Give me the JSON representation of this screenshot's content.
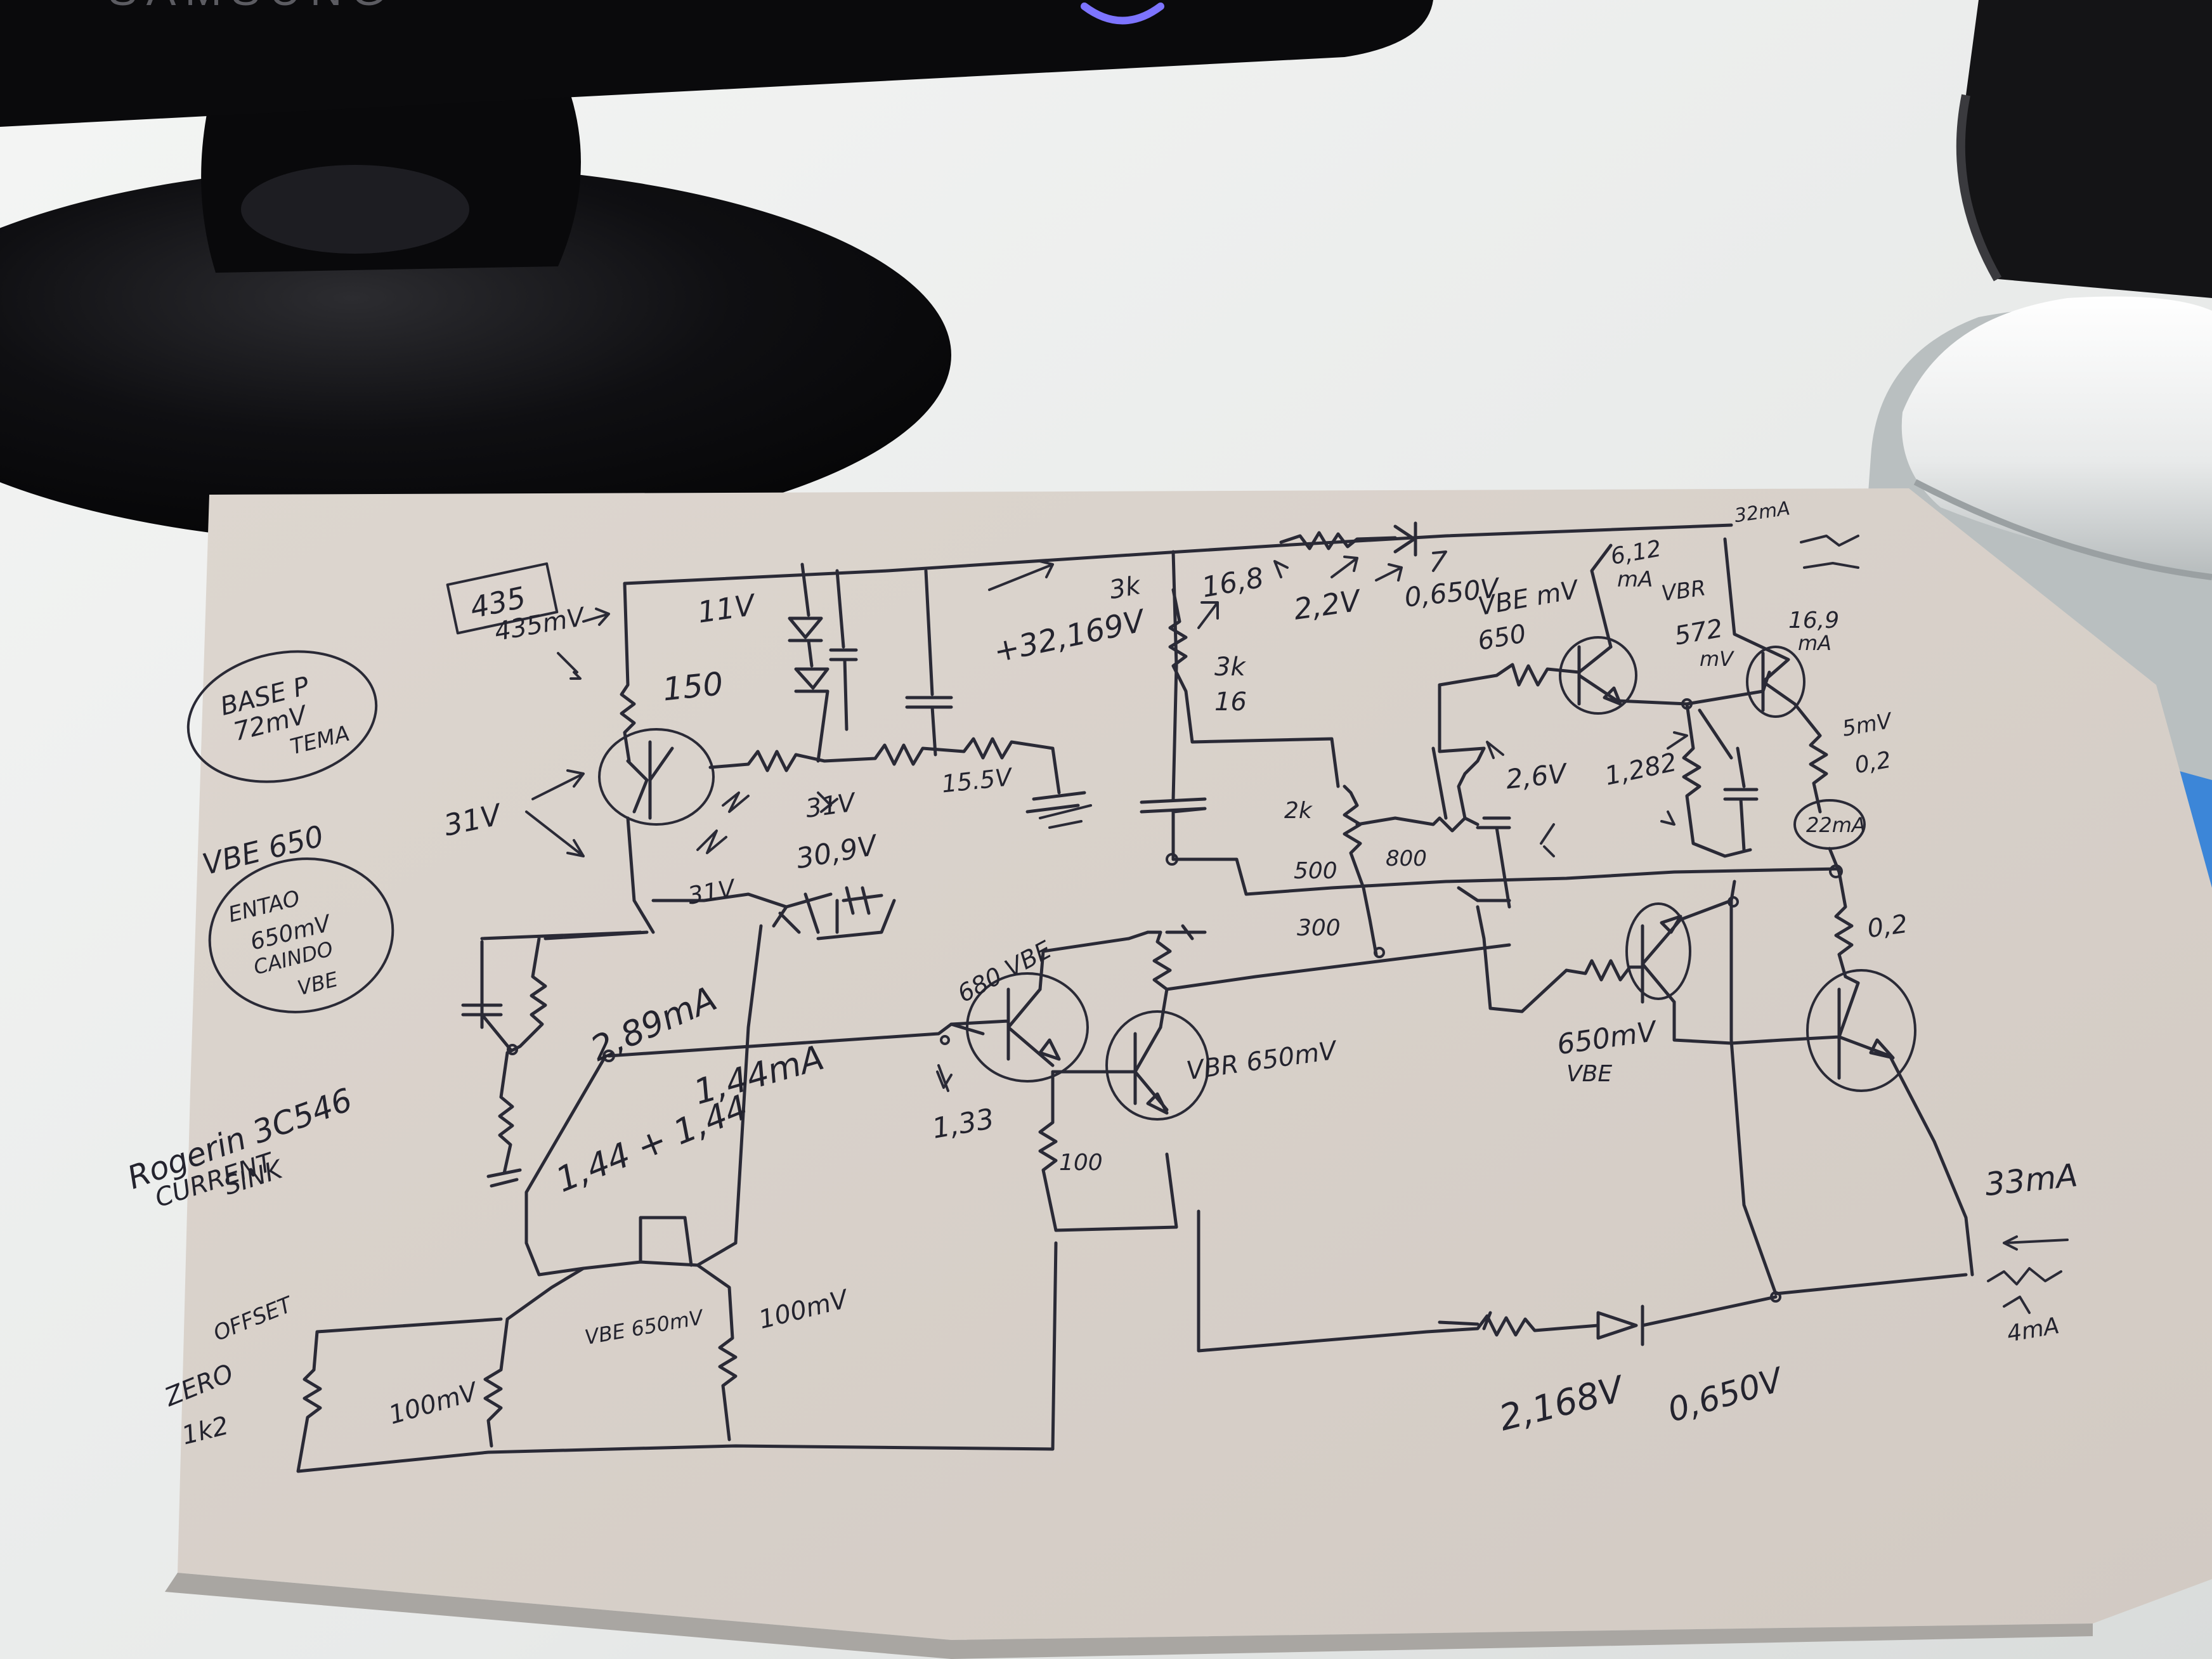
{
  "photo": {
    "brand_text": "SAMSUNG",
    "colors": {
      "desk": "#eceeed",
      "paper": "#d9d1ca",
      "ink": "#23232e",
      "monitor": "#0b0b0d",
      "power_led": "#7d74ff",
      "tape": "#3c86d8",
      "mouse": "#e4e6e6"
    }
  },
  "sketch": {
    "box_label": "435",
    "voltage_435mv": "435mV",
    "bias_circle": [
      "BASE P",
      "72mV",
      "TEMA"
    ],
    "vbe_650": "VBE 650",
    "center_circle": [
      "ENTAO",
      "650mV",
      "CAINDO",
      "VBE"
    ],
    "title_line1": "Rogerin 3C546",
    "title_line2": "CURRENT",
    "title_line3": "SINK",
    "offset_line1": "OFFSET",
    "offset_line2": "ZERO",
    "offset_line3": "1k2",
    "v31_left": "31V",
    "v11": "11V",
    "r150": "150",
    "v31_mid": "31V",
    "v30_9": "30,9V",
    "v15_5": "15.5V",
    "v3_1": "31V",
    "i2_89": "2,89mA",
    "i1_44": "1,44mA",
    "i_sum": "1,44 + 1,44",
    "vbe680": "680 VBE",
    "v1_33": "1,33",
    "r100_mid": "100",
    "vbr650": "VBR 650mV",
    "vbe650_bot": "VBE 650mV",
    "r100mv_left": "100mV",
    "r100mv_right": "100mV",
    "v32": "+32,169V",
    "r3k": "3k",
    "v16_8": "16,8",
    "r3k2": "3k",
    "r16": "16",
    "v2_2": "2,2V",
    "v0_65_top": "0,650V",
    "vbe_mv": "VBE mV",
    "vbe_650_top": "650",
    "r2k": "2k",
    "r500": "500",
    "r300": "300",
    "r800": "800",
    "v2_6": "2,6V",
    "v1_282": "1,282",
    "i6_12": "6,12",
    "ma": "mA",
    "vbr": "VBR",
    "v572": "572",
    "mv": "mV",
    "i16_9": "16,9",
    "ma2": "mA",
    "i32": "32mA",
    "r5mv": "5mV",
    "r0_2": "0,2",
    "i22": "22mA",
    "r0_2b": "0,2",
    "vbe650_right": "650mV",
    "vbe_right": "VBE",
    "v2_168": "2,168V",
    "v0_65_bot": "0,650V",
    "i33": "33mA",
    "i_corner": "4mA"
  }
}
